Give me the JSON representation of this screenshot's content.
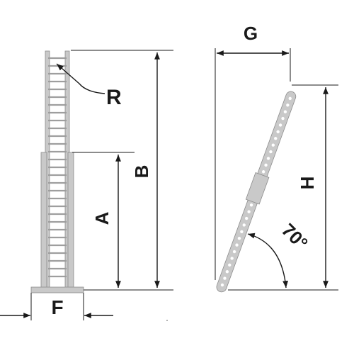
{
  "labels": {
    "a": "A",
    "b": "B",
    "r": "R",
    "f": "F",
    "g": "G",
    "h": "H",
    "angle": "70°"
  },
  "colors": {
    "ladder_fill": "#c9c9c9",
    "ladder_stroke": "#8c8c8c",
    "rung": "#9e9e9e",
    "line": "#1a1a1a",
    "background": "#ffffff"
  }
}
